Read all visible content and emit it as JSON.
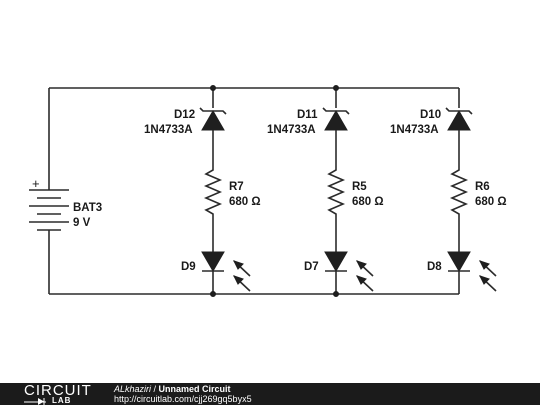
{
  "components": {
    "battery": {
      "ref": "BAT3",
      "value": "9 V",
      "plus": "+"
    },
    "zeners": [
      {
        "ref": "D12",
        "part": "1N4733A"
      },
      {
        "ref": "D11",
        "part": "1N4733A"
      },
      {
        "ref": "D10",
        "part": "1N4733A"
      }
    ],
    "resistors": [
      {
        "ref": "R7",
        "value": "680 Ω"
      },
      {
        "ref": "R5",
        "value": "680 Ω"
      },
      {
        "ref": "R6",
        "value": "680 Ω"
      }
    ],
    "leds": [
      {
        "ref": "D9"
      },
      {
        "ref": "D7"
      },
      {
        "ref": "D8"
      }
    ]
  },
  "footer": {
    "logo_top": "CIRCUIT",
    "logo_bottom": "LAB",
    "author": "ALkhaziri",
    "separator": " / ",
    "title": "Unnamed Circuit",
    "url": "http://circuitlab.com/cjj269gq5byx5"
  }
}
